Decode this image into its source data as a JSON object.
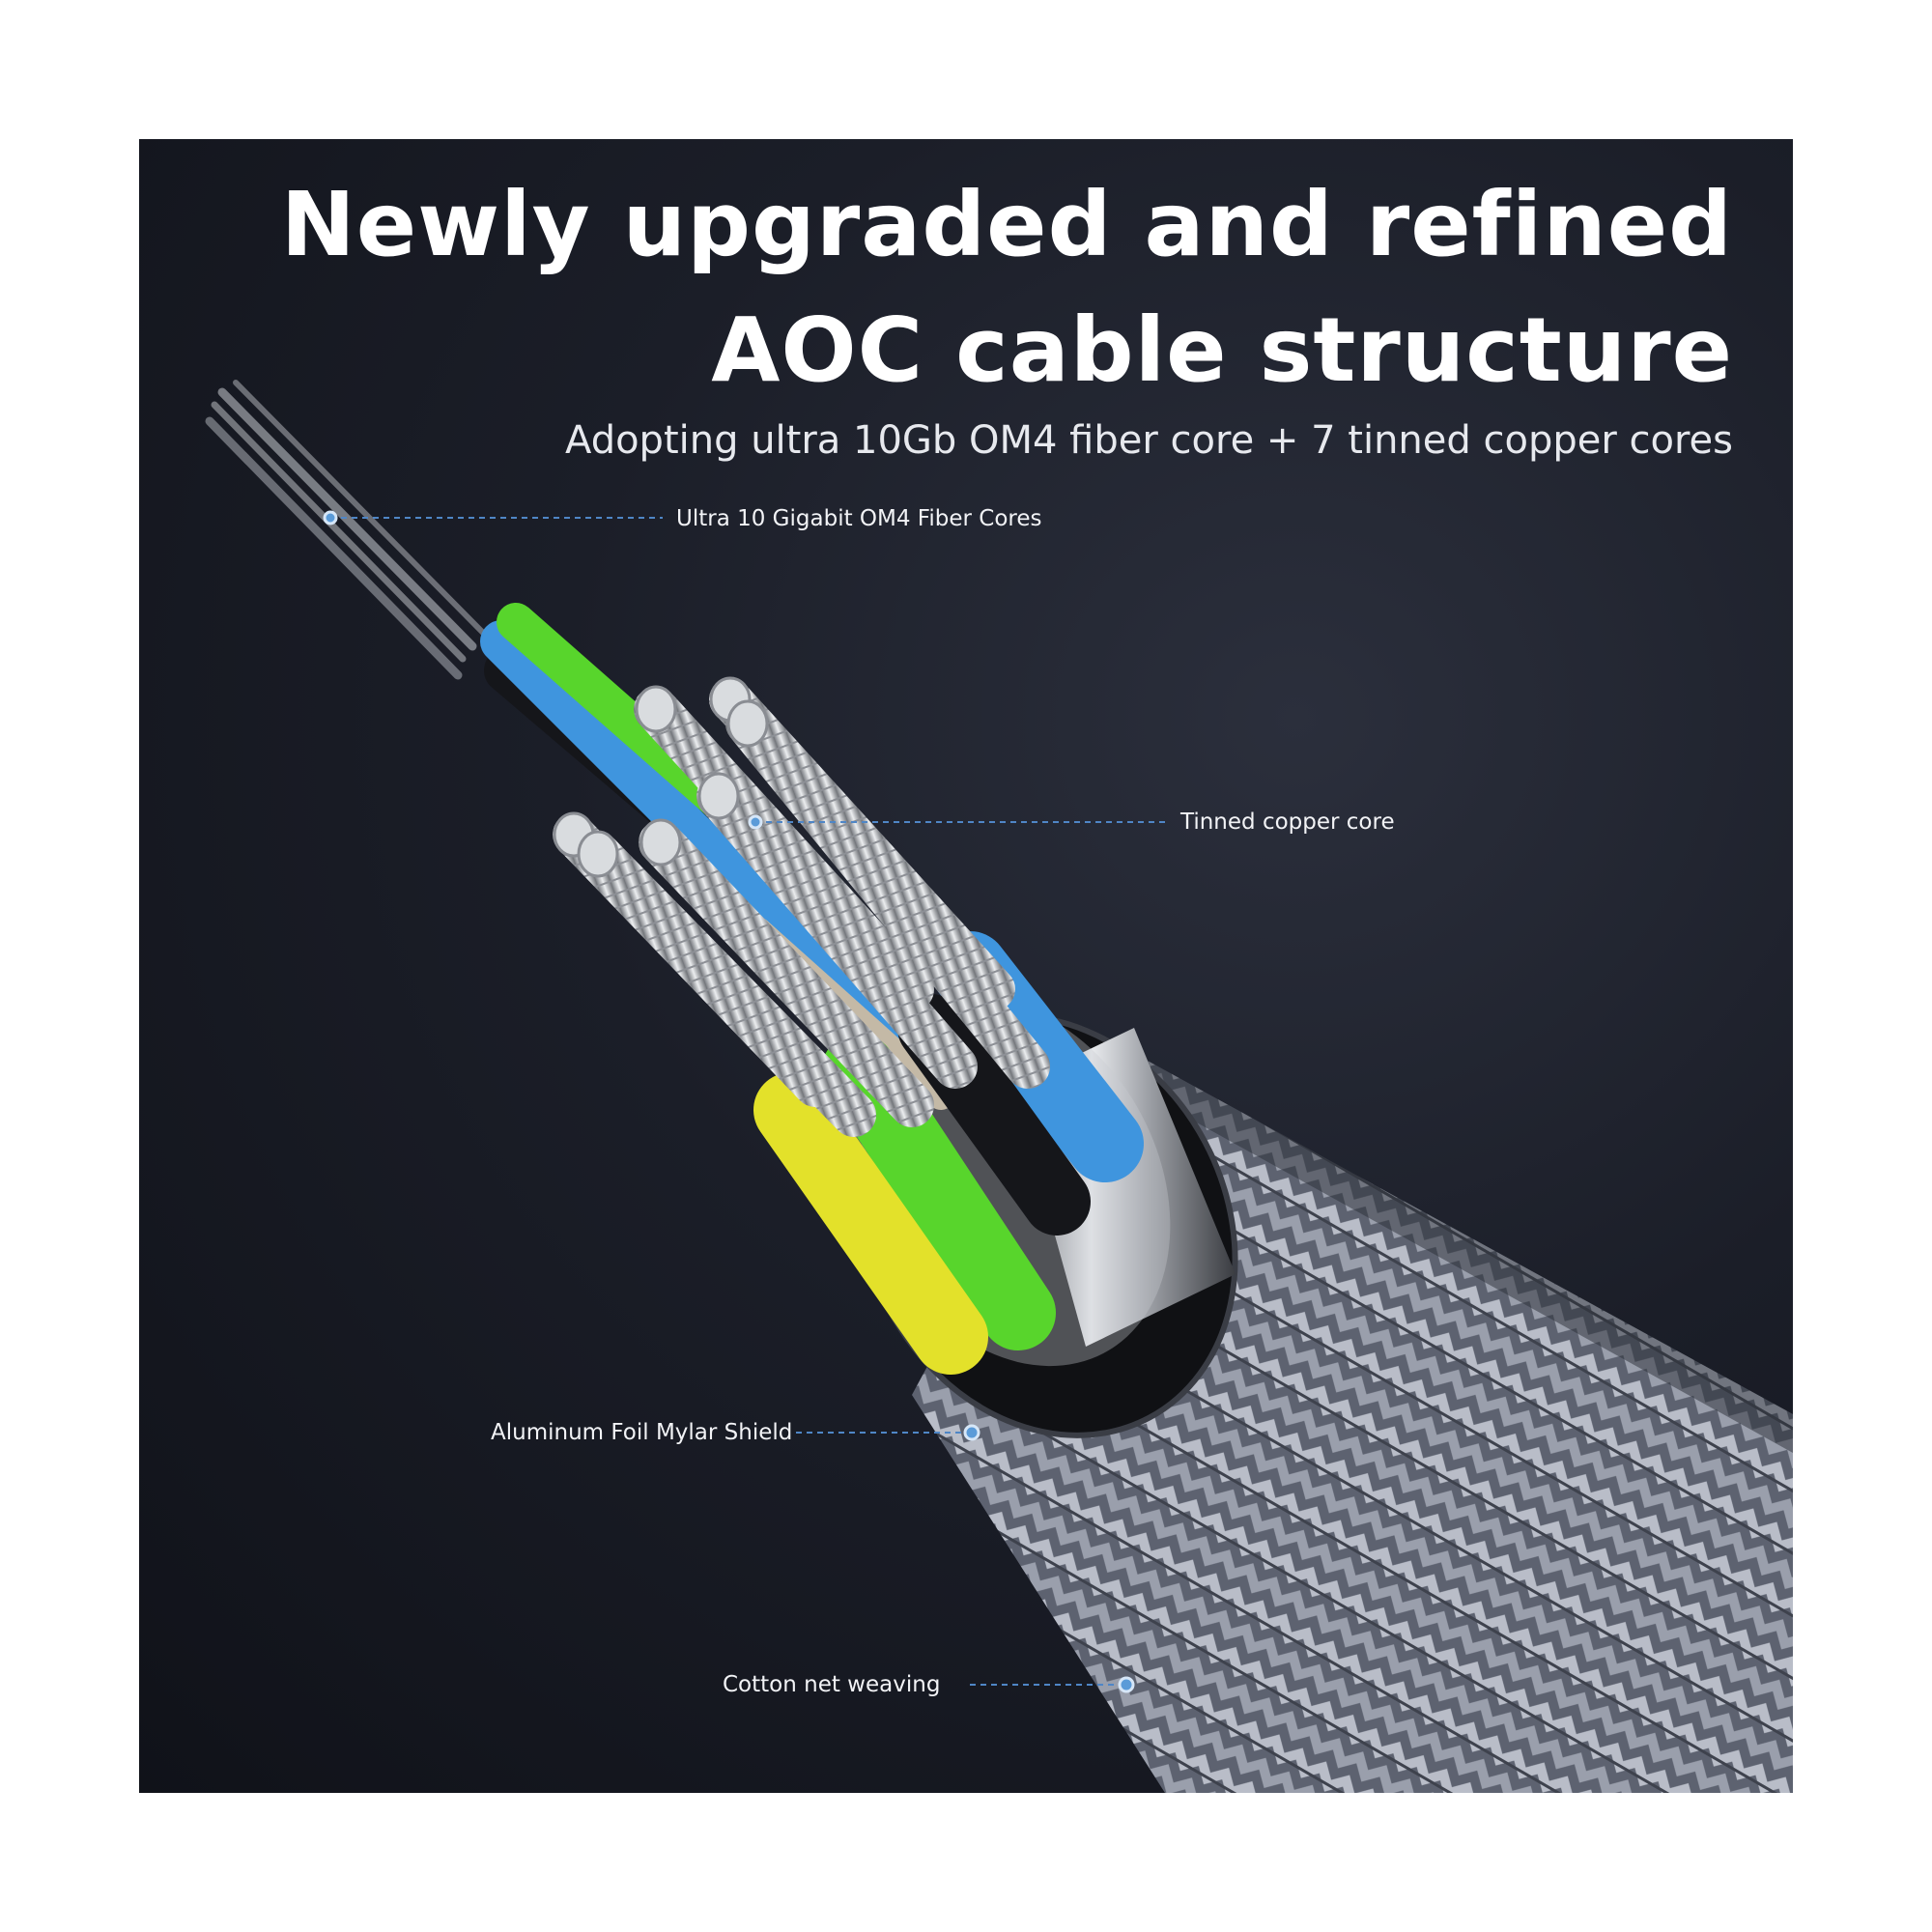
{
  "title_line_1": "Newly upgraded and refined",
  "title_line_2": "AOC cable structure",
  "subtitle": "Adopting ultra 10Gb OM4 fiber core + 7 tinned copper cores",
  "callouts": {
    "fiber": "Ultra 10 Gigabit OM4 Fiber Cores",
    "copper": "Tinned copper core",
    "foil": "Aluminum Foil Mylar Shield",
    "weave": "Cotton net weaving"
  },
  "colors": {
    "background": "#14161e",
    "accent": "#5b9bd8",
    "wire_blue": "#3f95de",
    "wire_green": "#58d52c",
    "wire_yellow": "#e3e12a",
    "wire_black": "#15161a",
    "braid": "#8a8f9c"
  }
}
